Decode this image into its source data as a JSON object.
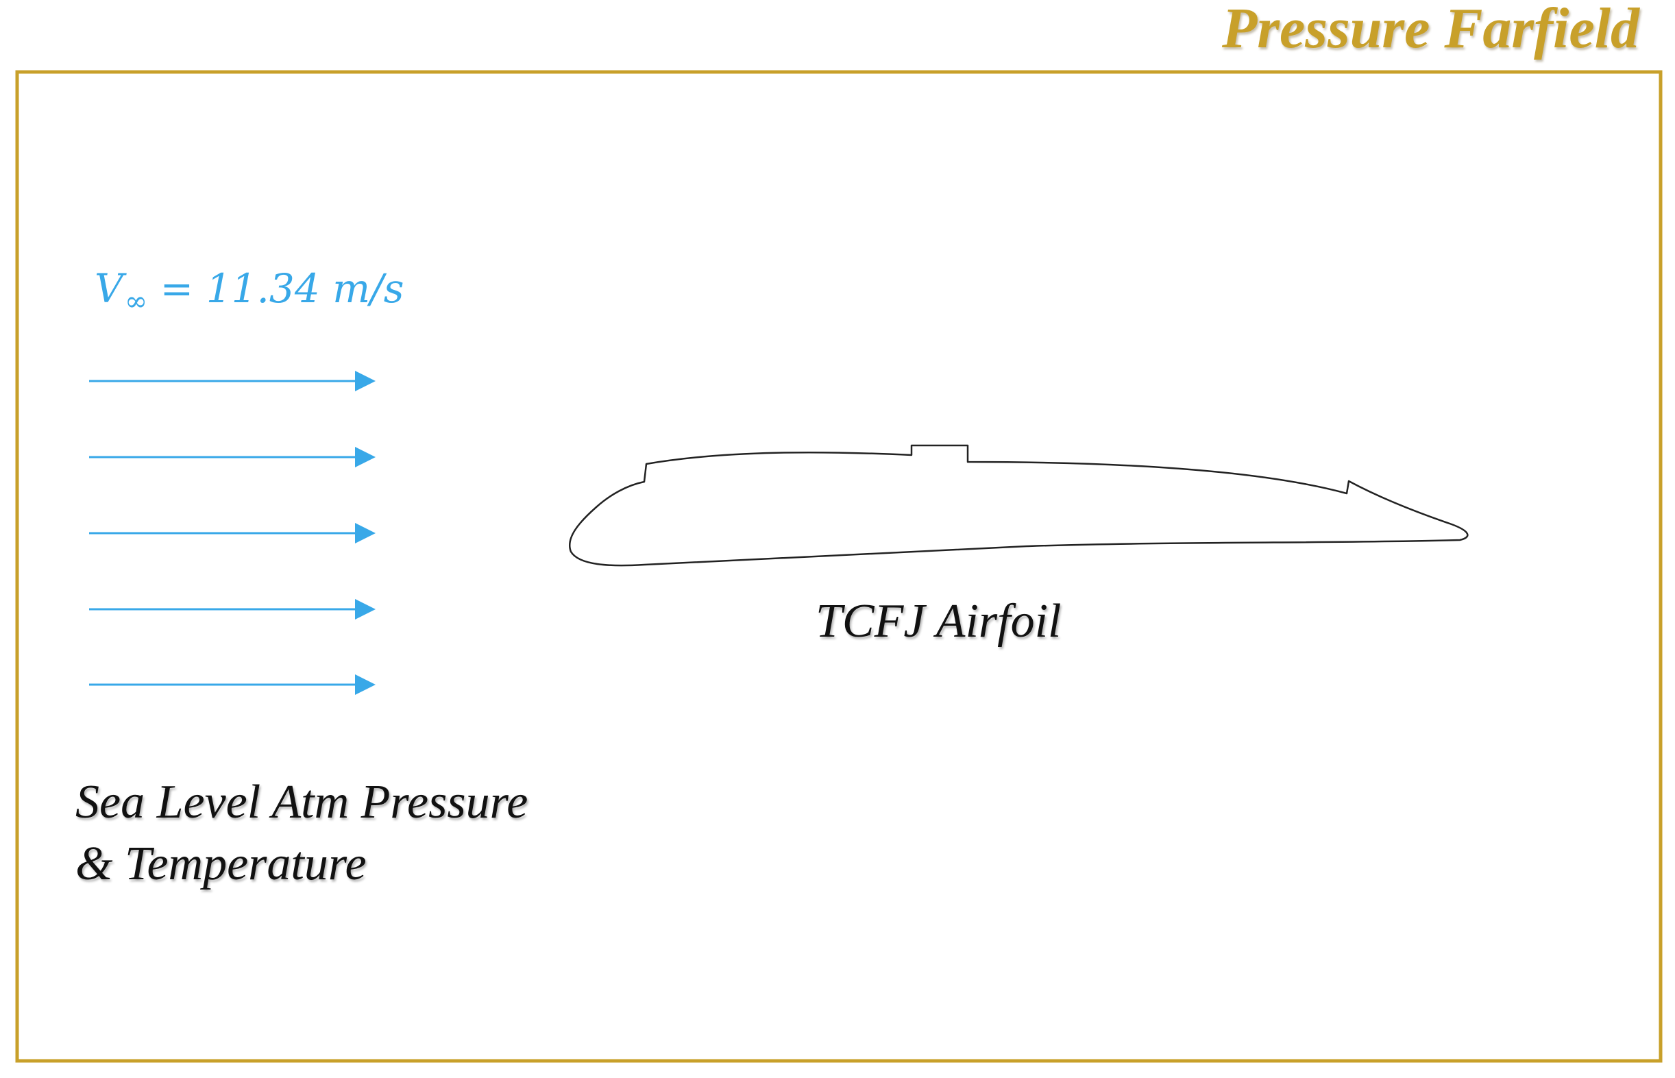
{
  "title": "Pressure Farfield",
  "velocity": {
    "symbol": "V",
    "subscript": "∞",
    "equation": "= 11.34 m/s"
  },
  "airfoil_label": "TCFJ Airfoil",
  "conditions": {
    "line1": "Sea Level Atm Pressure",
    "line2": "& Temperature"
  },
  "colors": {
    "boundary": "#c8a02a",
    "title": "#c8a02a",
    "flow_arrows": "#38a8e8",
    "airfoil_outline": "#222222",
    "text": "#111111"
  },
  "icons": {
    "flow_arrow": "arrow-right-icon"
  }
}
